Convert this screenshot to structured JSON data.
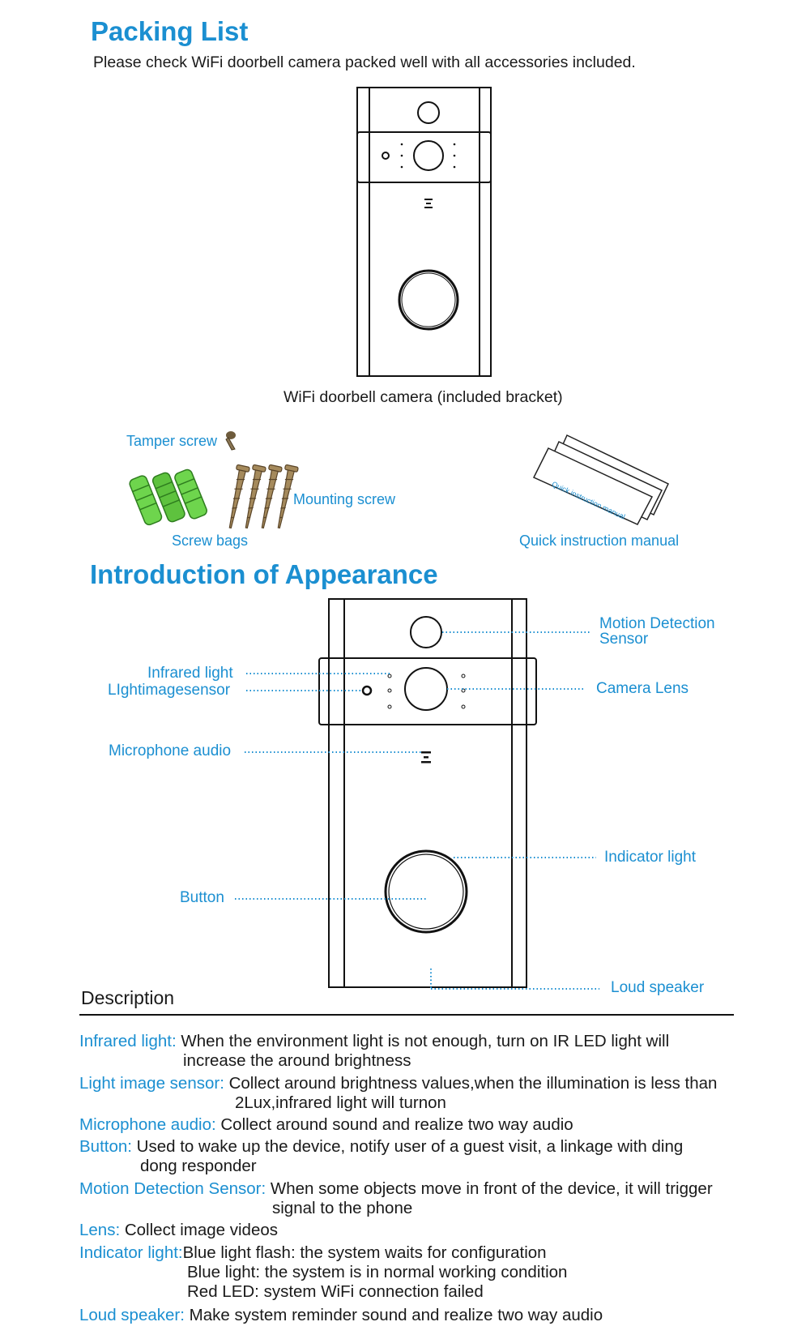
{
  "packing": {
    "title": "Packing List",
    "subtitle": "Please check WiFi doorbell camera packed well with all accessories included.",
    "camera_caption": "WiFi doorbell camera (included bracket)",
    "tamper_screw": "Tamper screw",
    "mounting_screw": "Mounting screw",
    "screw_bags": "Screw bags",
    "manual_label": "Quick instruction manual",
    "manual_card_text": "Quick instruction manual"
  },
  "appearance": {
    "title": "Introduction of Appearance",
    "motion_sensor_line1": "Motion Detection",
    "motion_sensor_line2": "Sensor",
    "infrared_light": "Infrared light",
    "light_image_sensor": "LIghtimagesensor",
    "camera_lens": "Camera Lens",
    "microphone": "Microphone audio",
    "indicator_light": "Indicator light",
    "button": "Button",
    "loud_speaker": "Loud speaker"
  },
  "description": {
    "title": "Description",
    "items": [
      {
        "key": "Infrared light:",
        "text": " When the environment light is not enough, turn on IR LED light will",
        "cont": [
          "increase the around brightness"
        ]
      },
      {
        "key": "Light image sensor:",
        "text": " Collect around brightness values,when the illumination is less than",
        "cont": [
          "2Lux,infrared light will turnon"
        ]
      },
      {
        "key": "Microphone audio:",
        "text": " Collect around sound and realize two way audio",
        "cont": []
      },
      {
        "key": "Button:",
        "text": " Used to wake up the device, notify user of a guest visit, a linkage with ding",
        "cont": [
          "dong responder"
        ]
      },
      {
        "key": "Motion Detection Sensor:",
        "text": " When some objects move in front of the device, it will trigger",
        "cont": [
          "signal to the phone"
        ]
      },
      {
        "key": "Lens:",
        "text": " Collect image videos",
        "cont": []
      },
      {
        "key": "Indicator light:",
        "text": "Blue light flash: the system waits for configuration",
        "cont": [
          "Blue light: the system is in normal working condition",
          "Red LED: system WiFi connection failed"
        ]
      },
      {
        "key": "Loud speaker:",
        "text": " Make system reminder sound and realize two way audio",
        "cont": []
      }
    ]
  }
}
